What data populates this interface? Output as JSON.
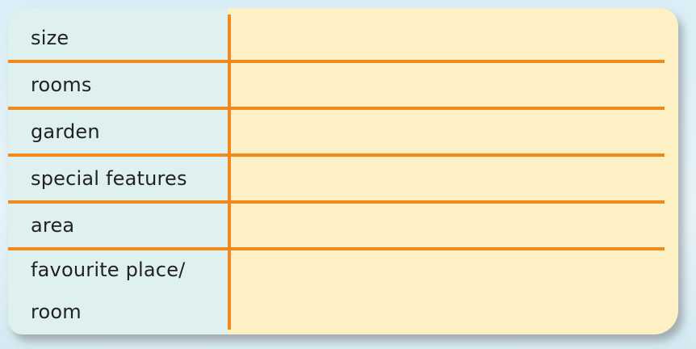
{
  "table": {
    "rows": [
      {
        "label": "size"
      },
      {
        "label": "rooms"
      },
      {
        "label": "garden"
      },
      {
        "label": "special features"
      },
      {
        "label": "area"
      },
      {
        "label": "favourite place/ room"
      }
    ]
  },
  "colors": {
    "background": "#dbeff6",
    "card": "#fdf0c4",
    "label_column": "#dff1ef",
    "lines": "#f08a1e",
    "text": "#222222"
  }
}
